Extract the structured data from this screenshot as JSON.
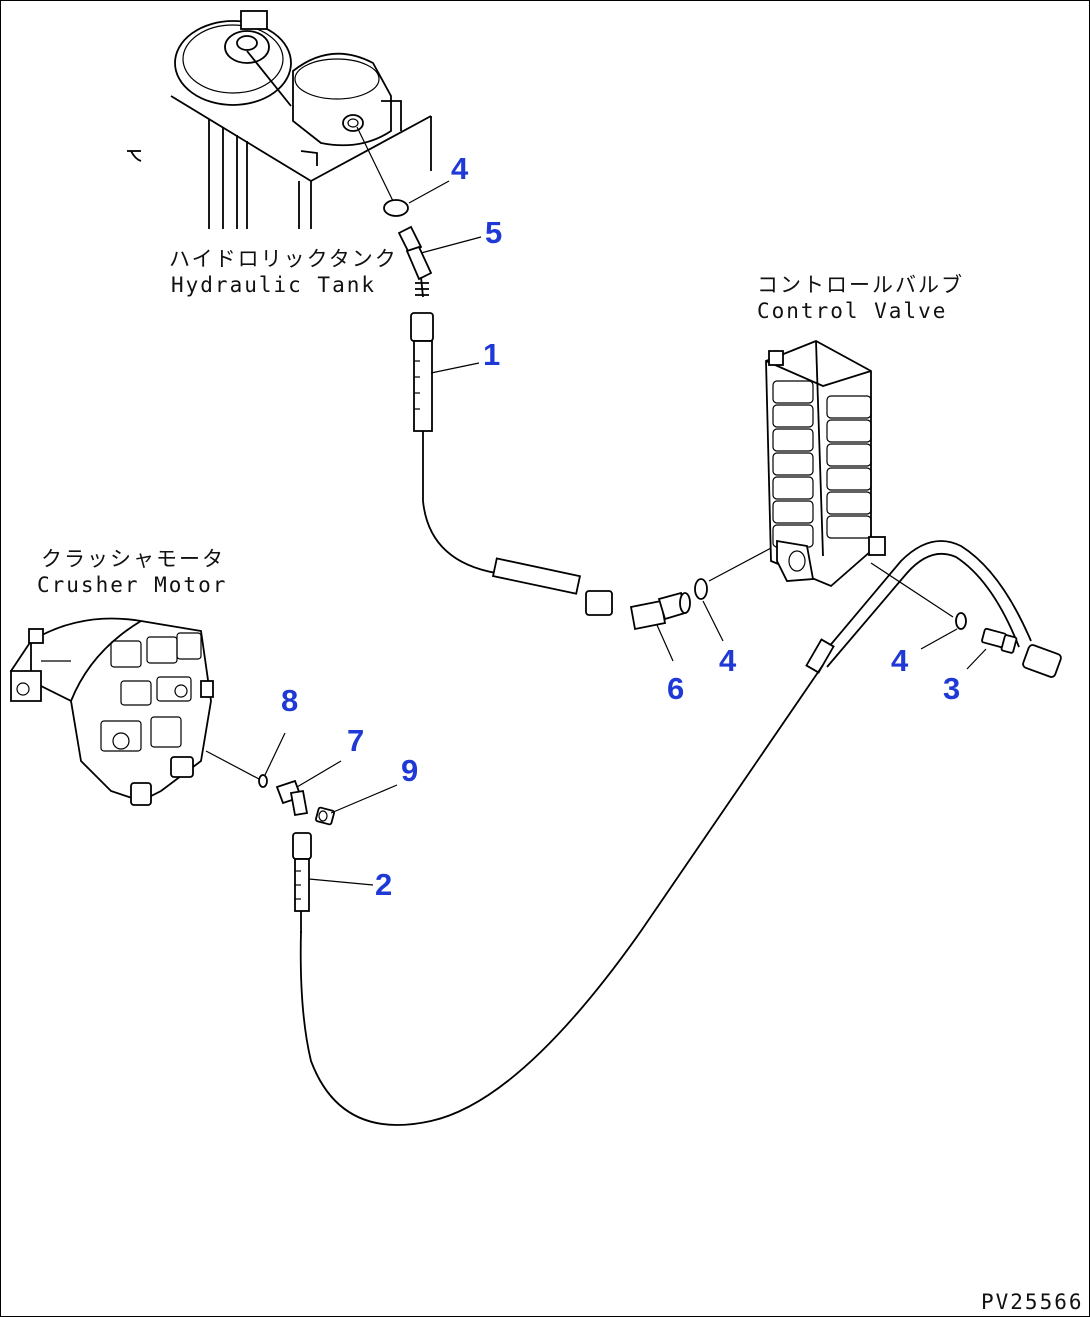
{
  "colors": {
    "callout": "#1f39d6",
    "line": "#000000"
  },
  "components": {
    "hydraulic_tank": {
      "jp": "ハイドロリックタンク",
      "en": "Hydraulic Tank"
    },
    "control_valve": {
      "jp": "コントロールバルブ",
      "en": "Control Valve"
    },
    "crusher_motor": {
      "jp": "クラッシャモータ",
      "en": "Crusher Motor"
    }
  },
  "callouts": {
    "c1": "1",
    "c2": "2",
    "c3": "3",
    "c4a": "4",
    "c4b": "4",
    "c4c": "4",
    "c5": "5",
    "c6": "6",
    "c7": "7",
    "c8": "8",
    "c9": "9"
  },
  "drawing_code": "PV25566"
}
